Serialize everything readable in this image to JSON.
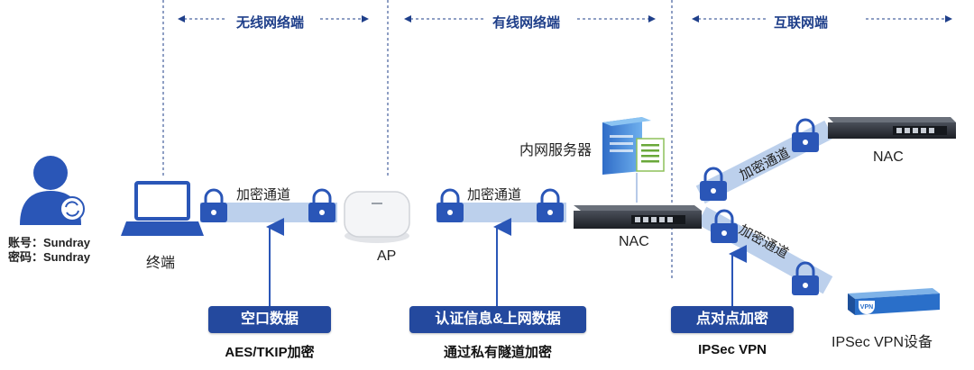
{
  "zones": [
    {
      "label": "无线网络端"
    },
    {
      "label": "有线网络端"
    },
    {
      "label": "互联网端"
    }
  ],
  "user": {
    "account_line": "账号：Sundray",
    "password_line": "密码：Sundray"
  },
  "nodes": {
    "terminal": "终端",
    "ap": "AP",
    "nac_center": "NAC",
    "nac_top_right": "NAC",
    "intranet_server": "内网服务器",
    "vpn_device": "IPSec VPN设备"
  },
  "tunnels": {
    "t1": "加密通道",
    "t2": "加密通道",
    "t3": "加密通道",
    "t4": "加密通道"
  },
  "callouts": [
    {
      "title": "空口数据",
      "desc": "AES/TKIP加密"
    },
    {
      "title": "认证信息&上网数据",
      "desc": "通过私有隧道加密"
    },
    {
      "title": "点对点加密",
      "desc": "IPSec VPN"
    }
  ],
  "colors": {
    "brand_blue": "#24499e",
    "tunnel": "#bcd0ec",
    "icon_blue": "#2a56b7"
  }
}
